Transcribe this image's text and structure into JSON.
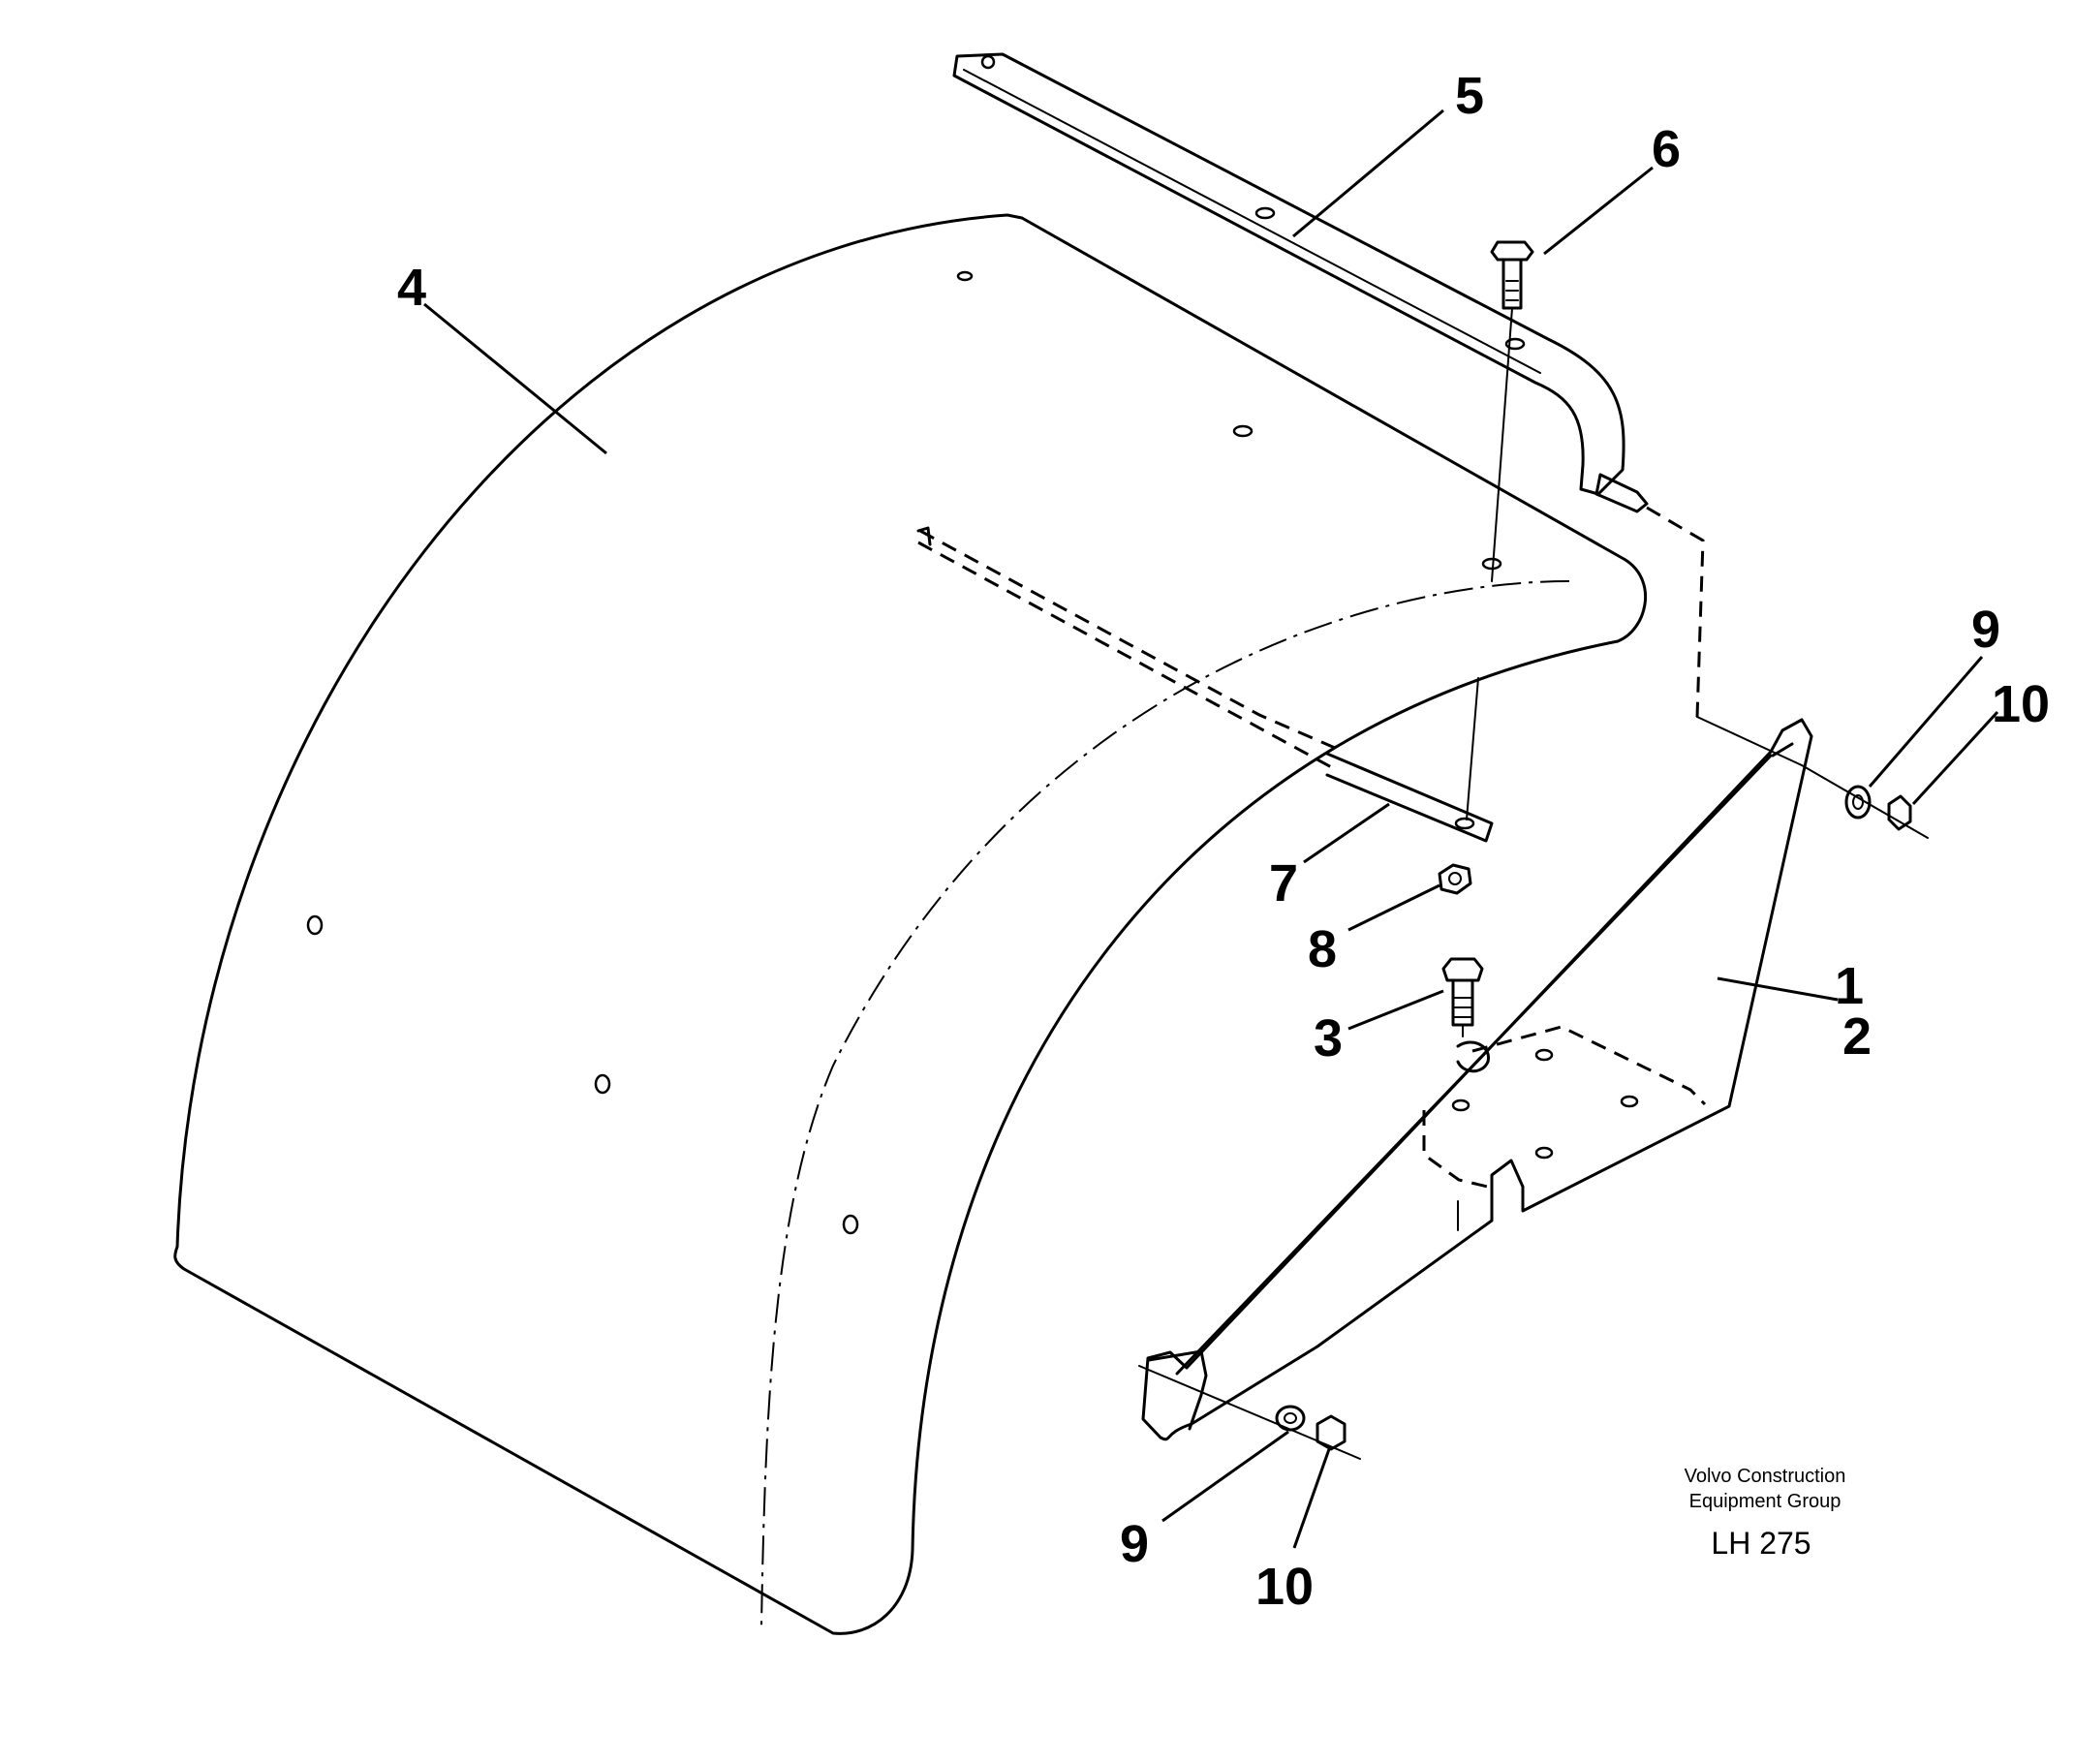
{
  "callouts": [
    {
      "id": "1",
      "label": "1"
    },
    {
      "id": "2",
      "label": "2"
    },
    {
      "id": "3",
      "label": "3"
    },
    {
      "id": "4",
      "label": "4"
    },
    {
      "id": "5",
      "label": "5"
    },
    {
      "id": "6",
      "label": "6"
    },
    {
      "id": "7",
      "label": "7"
    },
    {
      "id": "8",
      "label": "8"
    },
    {
      "id": "9a",
      "label": "9"
    },
    {
      "id": "10a",
      "label": "10"
    },
    {
      "id": "9b",
      "label": "9"
    },
    {
      "id": "10b",
      "label": "10"
    }
  ],
  "caption": {
    "line1": "Volvo Construction",
    "line2": "Equipment Group",
    "code": "LH 275"
  }
}
